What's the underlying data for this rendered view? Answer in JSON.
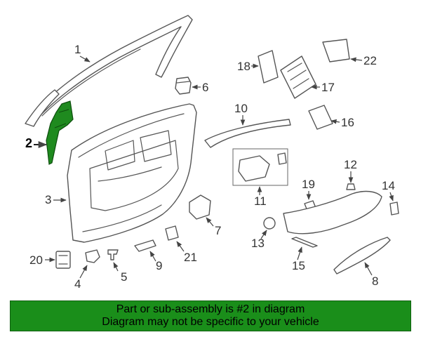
{
  "callouts": {
    "c1": "1",
    "c2": "2",
    "c3": "3",
    "c4": "4",
    "c5": "5",
    "c6": "6",
    "c7": "7",
    "c8": "8",
    "c9": "9",
    "c10": "10",
    "c11": "11",
    "c12": "12",
    "c13": "13",
    "c14": "14",
    "c15": "15",
    "c16": "16",
    "c17": "17",
    "c18": "18",
    "c19": "19",
    "c20": "20",
    "c21": "21",
    "c22": "22"
  },
  "highlight_color": "#1a8e1a",
  "banner": {
    "line1": "Part or sub-assembly is #2 in diagram",
    "line2": "Diagram may not be specific to your vehicle"
  }
}
